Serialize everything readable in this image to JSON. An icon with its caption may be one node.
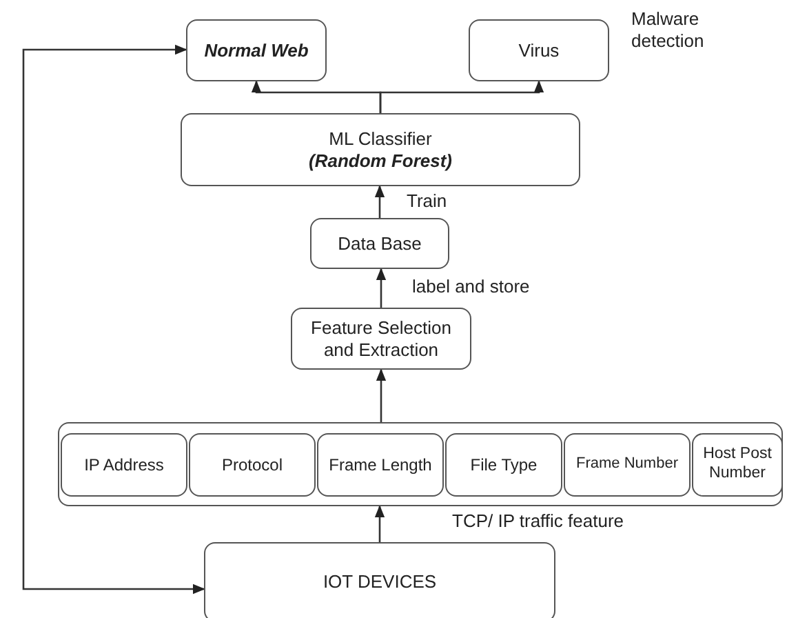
{
  "diagram": {
    "nodes": [
      {
        "text": [
          "Normal Web"
        ]
      },
      {
        "text": [
          "Virus"
        ],
        "beside": [
          "Malware detection"
        ]
      },
      {
        "text": [
          "ML Classifier",
          "(Random Forest)"
        ]
      },
      {
        "text": [
          "Data Base"
        ]
      },
      {
        "text": [
          "Feature Selection and Extraction"
        ]
      },
      {
        "text": [],
        "shape": "box"
      },
      {
        "text": [
          "IP Address"
        ],
        "in": 5
      },
      {
        "text": [
          "Protocol"
        ],
        "in": 5
      },
      {
        "text": [
          "Frame Length"
        ],
        "in": 5
      },
      {
        "text": [
          "File Type"
        ],
        "in": 5
      },
      {
        "text": [
          "Frame Number"
        ],
        "in": 5
      },
      {
        "text": [
          "Host Post Number"
        ],
        "in": 5
      },
      {
        "text": [
          "IOT DEVICES"
        ]
      }
    ],
    "edges": [
      {
        "from": 2,
        "to": 0,
        "arrow": "to"
      },
      {
        "from": 2,
        "to": 1,
        "arrow": "to"
      },
      {
        "from": 3,
        "to": 2,
        "arrow": "to",
        "label": "Train"
      },
      {
        "from": 4,
        "to": 3,
        "arrow": "to",
        "label": "label and store"
      },
      {
        "from": 5,
        "to": 4,
        "arrow": "to"
      },
      {
        "from": 12,
        "to": 5,
        "arrow": "to",
        "label": "TCP/ IP traffic feature"
      },
      {
        "from": 12,
        "to": 0,
        "arrow": "both"
      }
    ]
  }
}
